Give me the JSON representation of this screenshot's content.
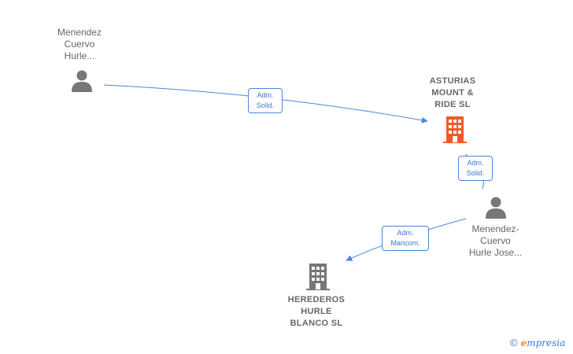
{
  "nodes": {
    "person_menendez_cuervo": {
      "label": "Menendez\nCuervo\nHurle...",
      "kind": "person"
    },
    "company_asturias": {
      "label": "ASTURIAS\nMOUNT &\nRIDE  SL",
      "kind": "company-highlight"
    },
    "person_menendez_jose": {
      "label": "Menendez-\nCuervo\nHurle Jose...",
      "kind": "person"
    },
    "company_herederos": {
      "label": "HEREDEROS\nHURLE\nBLANCO  SL",
      "kind": "company"
    }
  },
  "edges": [
    {
      "from": "person_menendez_cuervo",
      "to": "company_asturias",
      "label": "Adm.\nSolid."
    },
    {
      "from": "person_menendez_jose",
      "to": "company_asturias",
      "label": "Adm.\nSolid."
    },
    {
      "from": "person_menendez_jose",
      "to": "company_herederos",
      "label": "Adm.\nMancom."
    }
  ],
  "footer": {
    "copyright_symbol": "©",
    "brand_initial": "e",
    "brand_rest": "mpresia"
  },
  "colors": {
    "edge": "#4a86d8",
    "person_icon": "#777777",
    "company_icon": "#777777",
    "company_highlight": "#f05a28"
  },
  "icons": {
    "person": "person-icon",
    "company": "building-icon"
  }
}
